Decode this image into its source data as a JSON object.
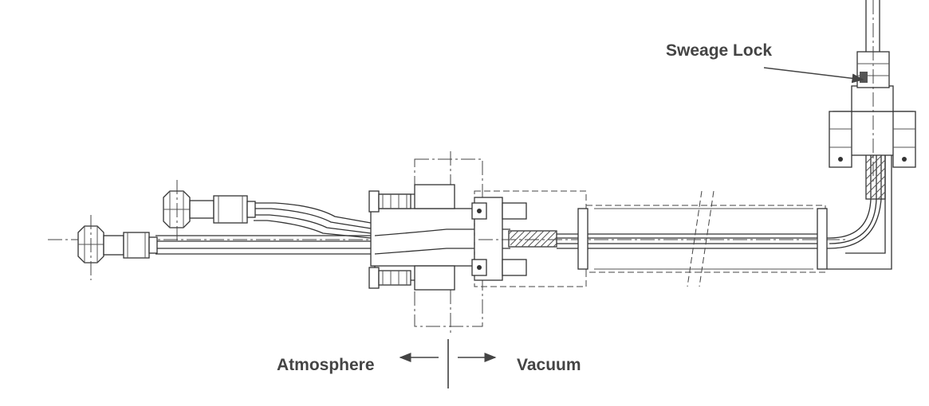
{
  "labels": {
    "sweage_lock": "Sweage Lock",
    "atmosphere": "Atmosphere",
    "vacuum": "Vacuum"
  },
  "colors": {
    "line": "#333333",
    "text": "#444444",
    "background": "#ffffff"
  }
}
